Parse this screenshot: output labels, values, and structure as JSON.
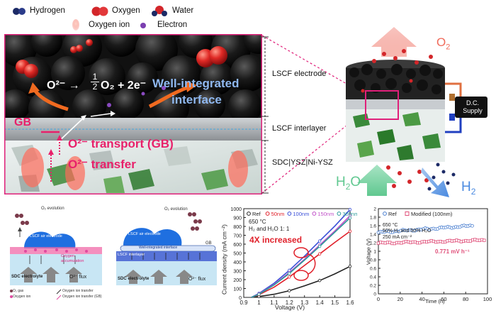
{
  "legend": {
    "hydrogen": "Hydrogen",
    "oxygen": "Oxygen",
    "water": "Water",
    "oxygen_ion": "Oxygen ion",
    "electron": "Electron"
  },
  "inset": {
    "reaction_lhs": "O²⁻ →",
    "reaction_rhs": "O₂ + 2e⁻",
    "frac_num": "1",
    "frac_den": "2",
    "well_integrated": "Well-integrated",
    "interface": "interface",
    "gb": "GB",
    "transport": "O²⁻ transport (GB)",
    "transfer": "O²⁻ transfer"
  },
  "layers": {
    "electrode": "LSCF electrode",
    "interlayer": "LSCF interlayer",
    "electrolyte": "SDC|YSZ|Ni-YSZ"
  },
  "cell": {
    "o2": "O",
    "o2_sub": "2",
    "h2o": "H",
    "h2o_sub": "2",
    "h2o_end": "O",
    "h2": "H",
    "h2_sub": "2",
    "supply1": "D.C.",
    "supply2": "Supply"
  },
  "schem1": {
    "o2_evolution": "O₂ evolution",
    "electrode": "LSCF air electrode",
    "accumulation1": "Oxygen",
    "accumulation2": "accumulation",
    "electrolyte": "SDC electrolyte",
    "flux": "O²⁻ flux",
    "key1": "O₂ gas",
    "key2": "Oxygen ion",
    "key3": "Oxygen ion transfer",
    "key4": "Oxygen ion transfer (GB)"
  },
  "schem2": {
    "o2_evolution": "O₂ evolution",
    "electrode": "LSCF air electrode",
    "interface": "Well-integrated interface",
    "interlayer": "LSCF interlayer",
    "gb": "GB",
    "electrolyte": "SDC electrolyte",
    "flux": "O²⁻ flux"
  },
  "chart_data": [
    {
      "type": "line",
      "xlabel": "Voltage (V)",
      "ylabel": "Current density (mA cm⁻²)",
      "xlim": [
        0.9,
        1.6
      ],
      "ylim": [
        0,
        1000
      ],
      "xticks": [
        "0.9",
        "1",
        "1.1",
        "1.2",
        "1.3",
        "1.4",
        "1.5",
        "1.6"
      ],
      "yticks": [
        "0",
        "100",
        "200",
        "300",
        "400",
        "500",
        "600",
        "700",
        "800",
        "900",
        "1000"
      ],
      "annotation1": "650 °C",
      "annotation2": "H₂ and H₂O 1: 1",
      "callout": "4X increased",
      "legend_placement": "top",
      "series": [
        {
          "name": "Ref",
          "color": "#222222",
          "points": [
            [
              0.95,
              0
            ],
            [
              1.0,
              10
            ],
            [
              1.1,
              35
            ],
            [
              1.2,
              75
            ],
            [
              1.3,
              130
            ],
            [
              1.4,
              190
            ],
            [
              1.5,
              265
            ],
            [
              1.6,
              350
            ]
          ]
        },
        {
          "name": "50nm",
          "color": "#e0202a",
          "points": [
            [
              0.95,
              0
            ],
            [
              1.0,
              30
            ],
            [
              1.1,
              115
            ],
            [
              1.2,
              230
            ],
            [
              1.3,
              360
            ],
            [
              1.4,
              490
            ],
            [
              1.5,
              620
            ],
            [
              1.6,
              745
            ]
          ]
        },
        {
          "name": "100nm",
          "color": "#3a4fd8",
          "points": [
            [
              0.95,
              0
            ],
            [
              1.0,
              45
            ],
            [
              1.1,
              160
            ],
            [
              1.2,
              305
            ],
            [
              1.3,
              465
            ],
            [
              1.4,
              635
            ],
            [
              1.5,
              805
            ],
            [
              1.6,
              990
            ]
          ]
        },
        {
          "name": "150nm",
          "color": "#c050c8",
          "points": [
            [
              0.95,
              0
            ],
            [
              1.0,
              40
            ],
            [
              1.1,
              145
            ],
            [
              1.2,
              280
            ],
            [
              1.3,
              430
            ],
            [
              1.4,
              590
            ],
            [
              1.5,
              750
            ],
            [
              1.6,
              920
            ]
          ]
        },
        {
          "name": "300nm",
          "color": "#2a9a9a",
          "points": [
            [
              0.95,
              0
            ],
            [
              1.0,
              35
            ],
            [
              1.1,
              140
            ],
            [
              1.2,
              270
            ],
            [
              1.3,
              420
            ],
            [
              1.4,
              575
            ],
            [
              1.5,
              735
            ],
            [
              1.6,
              895
            ]
          ]
        }
      ]
    },
    {
      "type": "scatter",
      "xlabel": "Time (h)",
      "ylabel": "Voltage (V)",
      "xlim": [
        0,
        100
      ],
      "ylim": [
        0,
        2.0
      ],
      "xticks": [
        "0",
        "20",
        "40",
        "60",
        "80",
        "100"
      ],
      "yticks": [
        "0",
        "0.2",
        "0.4",
        "0.6",
        "0.8",
        "1",
        "1.2",
        "1.4",
        "1.6",
        "1.8",
        "2"
      ],
      "annotation1": "650 °C",
      "annotation2": "50% H₂ and 50% H₂O",
      "annotation3": "250 mA cm⁻²",
      "rate": "0.771 mV h⁻¹",
      "legend_placement": "top-left",
      "series": [
        {
          "name": "Ref",
          "color": "#4a7fd0",
          "marker": "circle",
          "start": 1.44,
          "end": 1.6,
          "from": 0,
          "to": 86
        },
        {
          "name": "Modified (100nm)",
          "color": "#e0507a",
          "marker": "square",
          "start": 1.19,
          "end": 1.26,
          "from": 0,
          "to": 97
        }
      ]
    }
  ]
}
